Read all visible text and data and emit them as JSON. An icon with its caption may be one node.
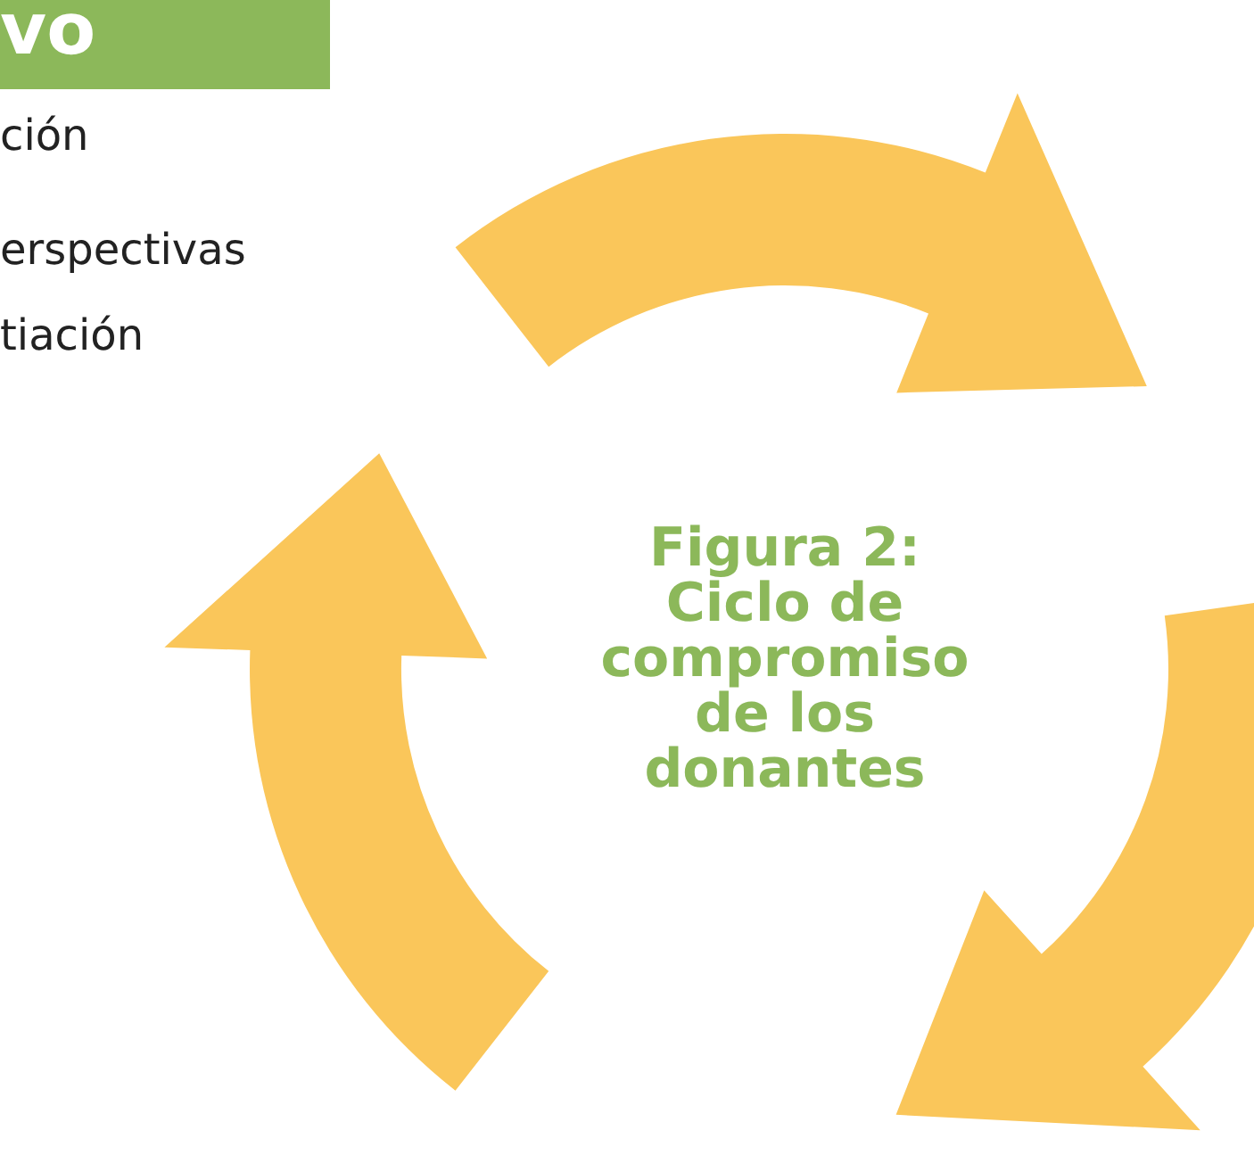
{
  "diagram": {
    "title": "Figura 2: Ciclo de compromiso de los donantes",
    "nodes": [
      {
        "text": [
          "vo"
        ]
      }
    ],
    "labels": [
      "ción",
      "erspectivas",
      "tiación"
    ]
  }
}
